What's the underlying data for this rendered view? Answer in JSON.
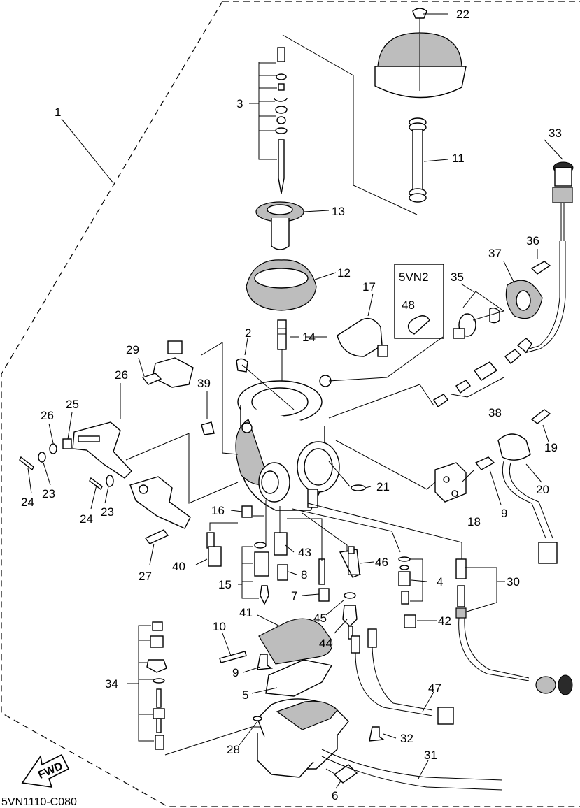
{
  "variant_box": {
    "title": "5VN2",
    "part": "48"
  },
  "fwd_arrow": "FWD",
  "figure_code": "5VN1110-C080",
  "callouts": {
    "c1": "1",
    "c2": "2",
    "c3": "3",
    "c4": "4",
    "c5": "5",
    "c6": "6",
    "c7": "7",
    "c8": "8",
    "c9a": "9",
    "c9b": "9",
    "c10": "10",
    "c11": "11",
    "c12": "12",
    "c13": "13",
    "c14": "14",
    "c15": "15",
    "c16": "16",
    "c17": "17",
    "c18": "18",
    "c19": "19",
    "c20": "20",
    "c21": "21",
    "c22": "22",
    "c23a": "23",
    "c23b": "23",
    "c24a": "24",
    "c24b": "24",
    "c25": "25",
    "c26a": "26",
    "c26b": "26",
    "c27": "27",
    "c28": "28",
    "c29": "29",
    "c30": "30",
    "c31": "31",
    "c32": "32",
    "c33": "33",
    "c34": "34",
    "c35": "35",
    "c36": "36",
    "c37": "37",
    "c38": "38",
    "c39": "39",
    "c40": "40",
    "c41": "41",
    "c42": "42",
    "c43": "43",
    "c44": "44",
    "c45": "45",
    "c46": "46",
    "c47": "47"
  },
  "colors": {
    "ink": "#000000",
    "paper": "#ffffff"
  }
}
